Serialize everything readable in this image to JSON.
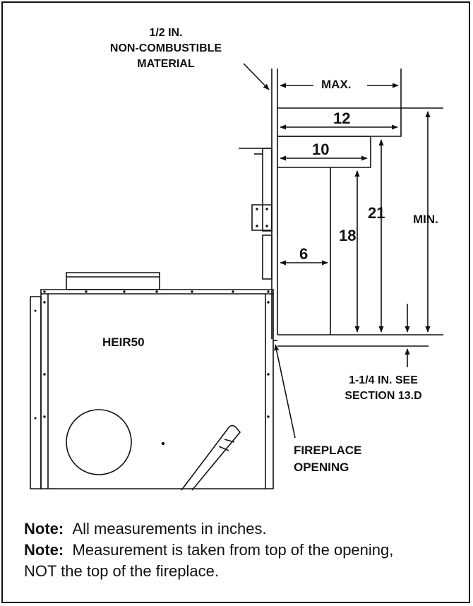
{
  "labels": {
    "material": [
      "1/2 IN.",
      "NON-COMBUSTIBLE",
      "MATERIAL"
    ],
    "max": "MAX.",
    "min": "MIN.",
    "dim_12": "12",
    "dim_10": "10",
    "dim_6": "6",
    "dim_18": "18",
    "dim_21": "21",
    "model": "HEIR50",
    "see_section": [
      "1-1/4 IN. SEE",
      "SECTION 13.D"
    ],
    "fireplace_opening": [
      "FIREPLACE",
      "OPENING"
    ]
  },
  "notes": [
    {
      "prefix": "Note:",
      "text": "All measurements in inches."
    },
    {
      "prefix": "Note:",
      "text": "Measurement is taken from top of the opening,"
    },
    {
      "prefix": "",
      "text": "NOT the top of the fireplace."
    }
  ]
}
